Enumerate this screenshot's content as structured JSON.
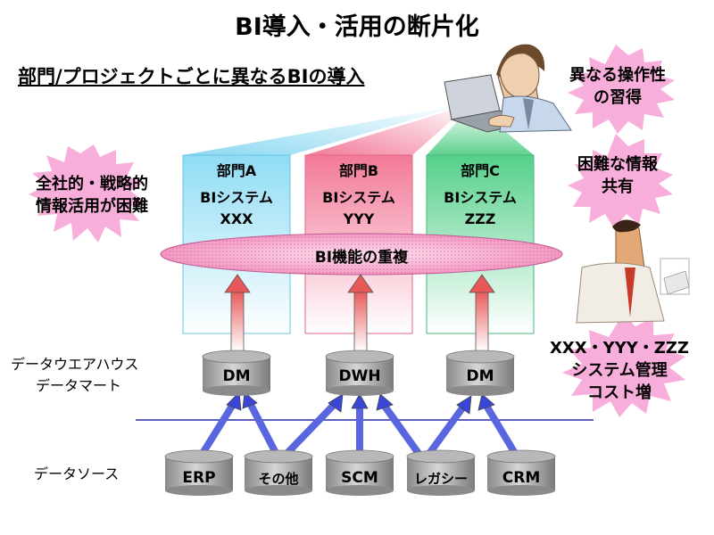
{
  "title": "BI導入・活用の断片化",
  "subtitle": "部門/プロジェクトごとに異なるBIの導入",
  "callouts": {
    "left": [
      "全社的・戦略的",
      "情報活用が困難"
    ],
    "right_top": [
      "異なる操作性",
      "の習得"
    ],
    "right_middle": [
      "困難な情報",
      "共有"
    ],
    "right_bottom": [
      "XXX・YYY・ZZZ",
      "システム管理",
      "コスト増"
    ]
  },
  "systems": [
    {
      "dept": "部門A",
      "name": "BIシステム",
      "code": "XXX",
      "color": "#8fdcf4"
    },
    {
      "dept": "部門B",
      "name": "BIシステム",
      "code": "YYY",
      "color": "#f27a98"
    },
    {
      "dept": "部門C",
      "name": "BIシステム",
      "code": "ZZZ",
      "color": "#55d08a"
    }
  ],
  "overlap_label": "BI機能の重複",
  "layers": {
    "warehouse": [
      "データウエアハウス",
      "データマート"
    ],
    "source": "データソース"
  },
  "marts": [
    "DM",
    "DWH",
    "DM"
  ],
  "sources": [
    "ERP",
    "その他",
    "SCM",
    "レガシー",
    "CRM"
  ],
  "colors": {
    "upward_arrow": "#e85858",
    "source_arrow": "#3a46d8",
    "divider": "#2a2aa8",
    "burst": "#f7a0d4"
  }
}
